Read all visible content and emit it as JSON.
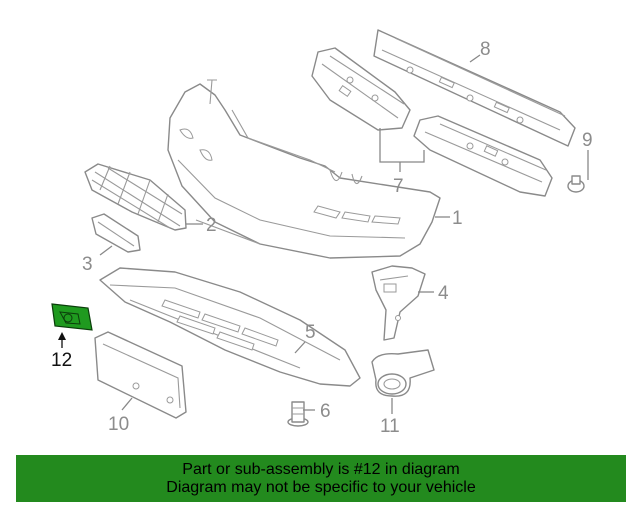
{
  "callouts": {
    "c1": "1",
    "c2": "2",
    "c3": "3",
    "c4": "4",
    "c5": "5",
    "c6": "6",
    "c7": "7",
    "c8": "8",
    "c9": "9",
    "c10": "10",
    "c11": "11",
    "c12": "12"
  },
  "highlighted_part": "12",
  "colors": {
    "highlight_fill": "#1f9a1f",
    "banner_bg": "#238a1e",
    "line_gray": "#8a8a8a"
  },
  "banner": {
    "line1": "Part or sub-assembly is #12 in diagram",
    "line2": "Diagram may not be specific to your vehicle"
  }
}
